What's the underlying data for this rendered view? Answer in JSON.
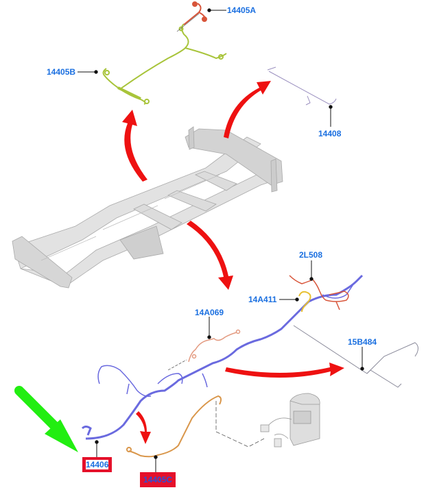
{
  "diagram": {
    "title": "Chassis wiring harness locator",
    "colors": {
      "label_text": "#1a6fe0",
      "highlight_box": "#e5102a",
      "callout_arrow": "#ee1111",
      "pointer_arrow": "#22ee11",
      "harness_rear_lamp": "#a8c43a",
      "harness_main": "#6a6adf",
      "harness_orange": "#d9964a",
      "harness_red": "#d8553a",
      "harness_yellow": "#e8c030",
      "frame": "#d8d8d8"
    },
    "labels": {
      "l14405A": "14405A",
      "l14405B": "14405B",
      "l14408": "14408",
      "l2L508": "2L508",
      "l14A411": "14A411",
      "l14A069": "14A069",
      "l15B484": "15B484",
      "l14406": "14406",
      "l14405C": "14405C"
    },
    "highlighted_parts": [
      "14406",
      "14405C"
    ],
    "components": [
      {
        "id": "14405A",
        "description": "jumper harness (red)"
      },
      {
        "id": "14405B",
        "description": "rear harness (green)"
      },
      {
        "id": "14408",
        "description": "rear wire (thin)"
      },
      {
        "id": "2L508",
        "description": "harness branch (red)"
      },
      {
        "id": "14A411",
        "description": "harness branch (yellow)"
      },
      {
        "id": "14A069",
        "description": "jumper harness (salmon)"
      },
      {
        "id": "15B484",
        "description": "long wire"
      },
      {
        "id": "14406",
        "description": "main chassis harness (blue)"
      },
      {
        "id": "14405C",
        "description": "harness (orange)"
      }
    ]
  }
}
